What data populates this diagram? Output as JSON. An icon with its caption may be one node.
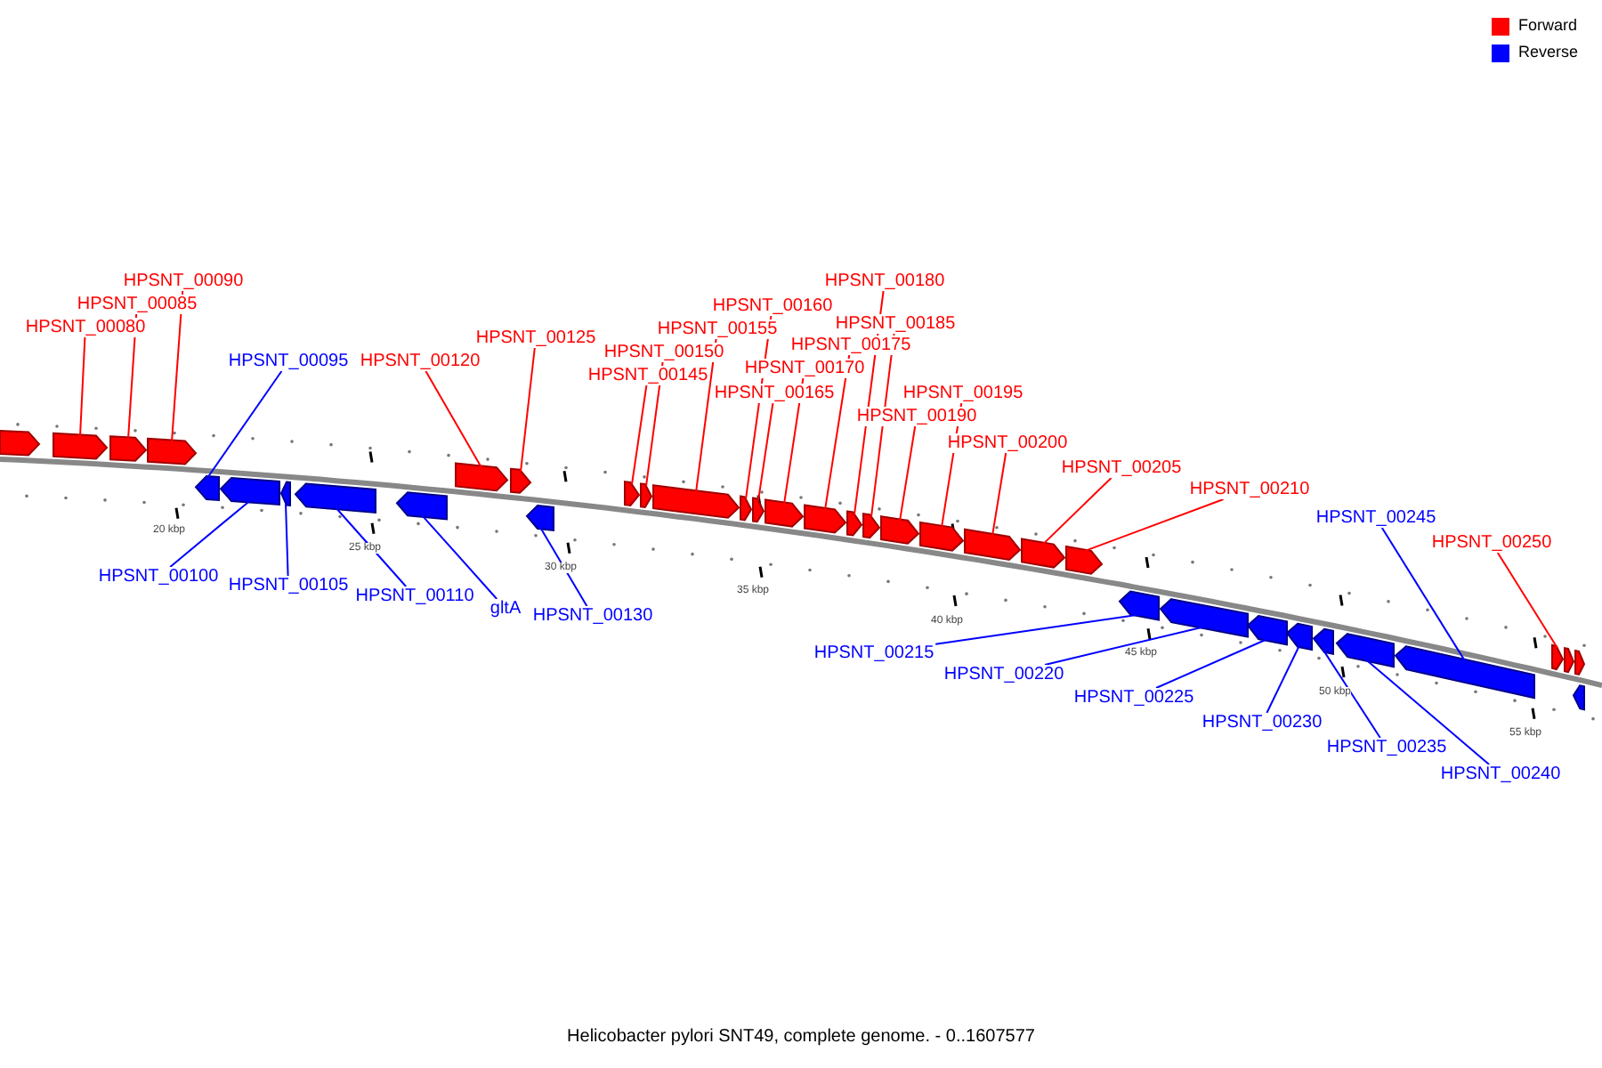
{
  "diagram": {
    "caption": "Helicobacter pylori SNT49, complete genome. - 0..1607577",
    "nodes": [
      {
        "text": [
          "HPSNT_00080"
        ]
      },
      {
        "text": [
          "HPSNT_00085"
        ]
      },
      {
        "text": [
          "HPSNT_00090"
        ]
      },
      {
        "text": [
          "HPSNT_00095"
        ]
      },
      {
        "text": [
          "HPSNT_00100"
        ]
      },
      {
        "text": [
          "HPSNT_00105"
        ]
      },
      {
        "text": [
          "HPSNT_00110"
        ]
      },
      {
        "text": [
          "HPSNT_00120"
        ]
      },
      {
        "text": [
          "gltA"
        ]
      },
      {
        "text": [
          "HPSNT_00125"
        ]
      },
      {
        "text": [
          "HPSNT_00130"
        ]
      },
      {
        "text": [
          "HPSNT_00145"
        ]
      },
      {
        "text": [
          "HPSNT_00150"
        ]
      },
      {
        "text": [
          "HPSNT_00155"
        ]
      },
      {
        "text": [
          "HPSNT_00160"
        ]
      },
      {
        "text": [
          "HPSNT_00165"
        ]
      },
      {
        "text": [
          "HPSNT_00170"
        ]
      },
      {
        "text": [
          "HPSNT_00175"
        ]
      },
      {
        "text": [
          "HPSNT_00180"
        ]
      },
      {
        "text": [
          "HPSNT_00185"
        ]
      },
      {
        "text": [
          "HPSNT_00190"
        ]
      },
      {
        "text": [
          "HPSNT_00195"
        ]
      },
      {
        "text": [
          "HPSNT_00200"
        ]
      },
      {
        "text": [
          "HPSNT_00205"
        ]
      },
      {
        "text": [
          "HPSNT_00210"
        ]
      },
      {
        "text": [
          "HPSNT_00215"
        ]
      },
      {
        "text": [
          "HPSNT_00220"
        ]
      },
      {
        "text": [
          "HPSNT_00225"
        ]
      },
      {
        "text": [
          "HPSNT_00230"
        ]
      },
      {
        "text": [
          "HPSNT_00235"
        ]
      },
      {
        "text": [
          "HPSNT_00240"
        ]
      },
      {
        "text": [
          "HPSNT_00245"
        ]
      },
      {
        "text": [
          "HPSNT_00250"
        ]
      },
      {
        "text": [],
        "shape": "arrow"
      },
      {
        "text": [],
        "shape": "arrow"
      },
      {
        "text": [],
        "shape": "arrow"
      },
      {
        "text": [],
        "shape": "arrow"
      },
      {
        "text": [],
        "shape": "arrow"
      },
      {
        "text": [],
        "shape": "arrow"
      },
      {
        "text": [],
        "shape": "arrow"
      },
      {
        "text": [],
        "shape": "arrow"
      },
      {
        "text": [],
        "shape": "arrow"
      },
      {
        "text": [],
        "shape": "arrow"
      },
      {
        "text": [],
        "shape": "arrow"
      },
      {
        "text": [],
        "shape": "arrow"
      },
      {
        "text": [],
        "shape": "arrow"
      },
      {
        "text": [],
        "shape": "arrow"
      },
      {
        "text": [],
        "shape": "arrow"
      },
      {
        "text": [],
        "shape": "arrow"
      },
      {
        "text": [],
        "shape": "arrow"
      },
      {
        "text": [],
        "shape": "arrow"
      },
      {
        "text": [],
        "shape": "arrow"
      },
      {
        "text": [],
        "shape": "arrow"
      },
      {
        "text": [],
        "shape": "arrow"
      },
      {
        "text": [],
        "shape": "arrow"
      },
      {
        "text": [],
        "shape": "arrow"
      },
      {
        "text": [],
        "shape": "arrow"
      },
      {
        "text": [],
        "shape": "arrow"
      },
      {
        "text": [],
        "shape": "arrow"
      },
      {
        "text": [],
        "shape": "arrow"
      },
      {
        "text": [],
        "shape": "arrow"
      },
      {
        "text": [],
        "shape": "arrow"
      },
      {
        "text": [],
        "shape": "arrow"
      },
      {
        "text": [],
        "shape": "arrow"
      },
      {
        "text": [],
        "shape": "arrow"
      },
      {
        "text": [],
        "shape": "arrow"
      },
      {
        "text": [],
        "shape": "arrow"
      },
      {
        "text": [],
        "shape": "arrow"
      },
      {
        "text": [],
        "shape": "arrow"
      },
      {
        "text": [],
        "shape": "arrow"
      }
    ],
    "edges": [
      {
        "from": 0,
        "to": 34,
        "arrow": "none"
      },
      {
        "from": 1,
        "to": 35,
        "arrow": "none"
      },
      {
        "from": 2,
        "to": 36,
        "arrow": "none"
      },
      {
        "from": 3,
        "to": 37,
        "arrow": "none",
        "color": "#0000ff"
      },
      {
        "from": 4,
        "to": 38,
        "arrow": "none",
        "color": "#0000ff"
      },
      {
        "from": 5,
        "to": 39,
        "arrow": "none",
        "color": "#0000ff"
      },
      {
        "from": 6,
        "to": 40,
        "arrow": "none",
        "color": "#0000ff"
      },
      {
        "from": 7,
        "to": 42,
        "arrow": "none"
      },
      {
        "from": 8,
        "to": 41,
        "arrow": "none",
        "color": "#0000ff"
      },
      {
        "from": 9,
        "to": 43,
        "arrow": "none"
      },
      {
        "from": 10,
        "to": 44,
        "arrow": "none",
        "color": "#0000ff"
      },
      {
        "from": 11,
        "to": 45,
        "arrow": "none"
      },
      {
        "from": 12,
        "to": 46,
        "arrow": "none"
      },
      {
        "from": 13,
        "to": 47,
        "arrow": "none"
      },
      {
        "from": 14,
        "to": 48,
        "arrow": "none"
      },
      {
        "from": 15,
        "to": 49,
        "arrow": "none"
      },
      {
        "from": 16,
        "to": 50,
        "arrow": "none"
      },
      {
        "from": 17,
        "to": 51,
        "arrow": "none"
      },
      {
        "from": 18,
        "to": 52,
        "arrow": "none"
      },
      {
        "from": 19,
        "to": 53,
        "arrow": "none"
      },
      {
        "from": 20,
        "to": 54,
        "arrow": "none"
      },
      {
        "from": 21,
        "to": 55,
        "arrow": "none"
      },
      {
        "from": 22,
        "to": 56,
        "arrow": "none"
      },
      {
        "from": 23,
        "to": 57,
        "arrow": "none"
      },
      {
        "from": 24,
        "to": 58,
        "arrow": "none"
      },
      {
        "from": 25,
        "to": 59,
        "arrow": "none",
        "color": "#0000ff"
      },
      {
        "from": 26,
        "to": 60,
        "arrow": "none",
        "color": "#0000ff"
      },
      {
        "from": 27,
        "to": 61,
        "arrow": "none",
        "color": "#0000ff"
      },
      {
        "from": 28,
        "to": 62,
        "arrow": "none",
        "color": "#0000ff"
      },
      {
        "from": 29,
        "to": 63,
        "arrow": "none",
        "color": "#0000ff"
      },
      {
        "from": 30,
        "to": 64,
        "arrow": "none",
        "color": "#0000ff"
      },
      {
        "from": 31,
        "to": 65,
        "arrow": "none",
        "color": "#0000ff"
      },
      {
        "from": 32,
        "to": 66,
        "arrow": "none"
      }
    ],
    "labels": [
      "20 kbp",
      "25 kbp",
      "30 kbp",
      "35 kbp",
      "40 kbp",
      "45 kbp",
      "50 kbp",
      "55 kbp"
    ],
    "legend": [
      {
        "text": "Forward",
        "color": "#ff0000"
      },
      {
        "text": "Reverse",
        "color": "#0000ff"
      }
    ]
  }
}
